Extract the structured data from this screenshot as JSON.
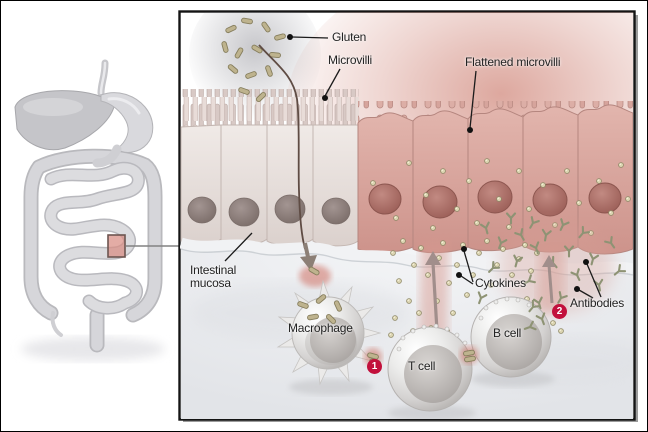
{
  "figure": {
    "title_context": "intestinal illustration panel",
    "labels": {
      "gluten": "Gluten",
      "microvilli": "Microvilli",
      "flattened_microvilli": "Flattened microvilli",
      "intestinal_mucosa_line1": "Intestinal",
      "intestinal_mucosa_line2": "mucosa",
      "macrophage": "Macrophage",
      "t_cell": "T cell",
      "b_cell": "B cell",
      "cytokines": "Cytokines",
      "antibodies": "Antibodies"
    },
    "steps": {
      "step1": "1",
      "step2": "2"
    },
    "colors": {
      "inflammation_glow": "#c1604f",
      "healthy_cell": "#e7e0dd",
      "diseased_cell": "#d8a59e",
      "gluten_rod": "#beb38e",
      "cytokine_dot": "#dcd5b2",
      "antibody": "#8e9374",
      "step_badge": "#c2103c",
      "panel_border": "#141414"
    }
  }
}
